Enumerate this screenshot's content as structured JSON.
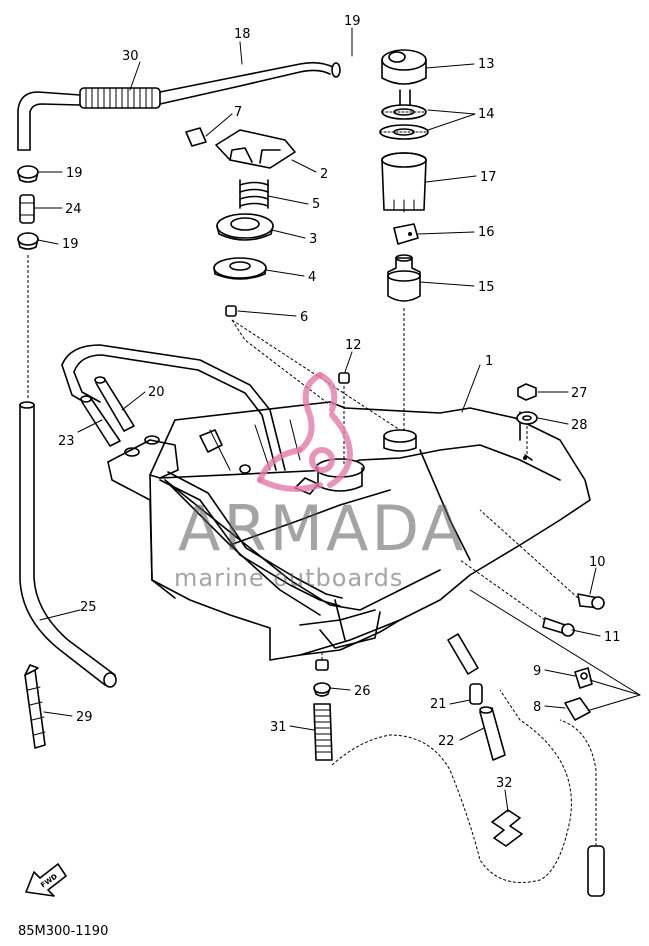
{
  "diagram": {
    "callouts": [
      {
        "num": "1"
      },
      {
        "num": "2"
      },
      {
        "num": "3"
      },
      {
        "num": "4"
      },
      {
        "num": "5"
      },
      {
        "num": "6"
      },
      {
        "num": "7"
      },
      {
        "num": "8"
      },
      {
        "num": "9"
      },
      {
        "num": "10"
      },
      {
        "num": "11"
      },
      {
        "num": "12"
      },
      {
        "num": "13"
      },
      {
        "num": "14"
      },
      {
        "num": "15"
      },
      {
        "num": "16"
      },
      {
        "num": "17"
      },
      {
        "num": "18"
      },
      {
        "num": "19"
      },
      {
        "num": "19"
      },
      {
        "num": "19"
      },
      {
        "num": "20"
      },
      {
        "num": "21"
      },
      {
        "num": "22"
      },
      {
        "num": "23"
      },
      {
        "num": "24"
      },
      {
        "num": "25"
      },
      {
        "num": "26"
      },
      {
        "num": "27"
      },
      {
        "num": "28"
      },
      {
        "num": "29"
      },
      {
        "num": "30"
      },
      {
        "num": "31"
      },
      {
        "num": "32"
      }
    ],
    "fwd_label": "FWD",
    "reference_code": "85M300-1190"
  },
  "watermark": {
    "brand": "ARMADA",
    "tagline": "marine outboards",
    "color": "#e37ba8"
  }
}
